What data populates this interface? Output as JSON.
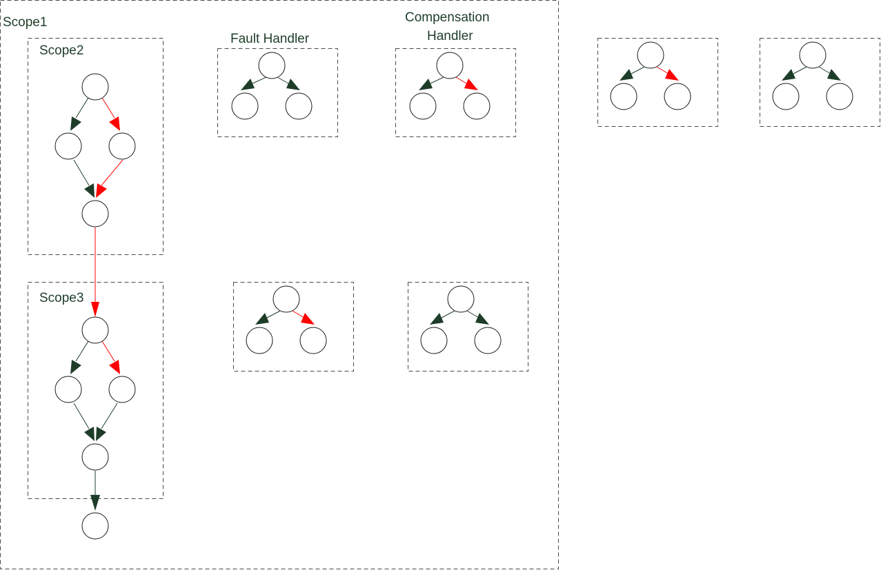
{
  "labels": {
    "scope1": "Scope1",
    "scope2": "Scope2",
    "scope3": "Scope3",
    "fault_handler": "Fault Handler",
    "compensation_handler_line1": "Compensation",
    "compensation_handler_line2": "Handler"
  },
  "colors": {
    "edge_default": "#1e3d29",
    "edge_highlight": "#ff0000",
    "label": "#1e3d29",
    "box_border": "#4a4a4a"
  }
}
